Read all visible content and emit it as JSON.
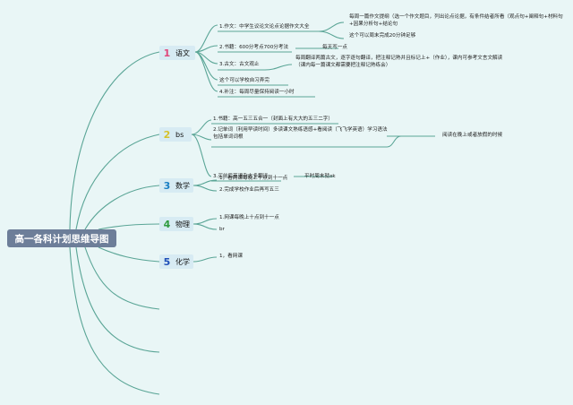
{
  "root": {
    "title": "高一各科计划思维导图"
  },
  "colors": {
    "line": "#5aa596",
    "node_bg": "#d7ebf3"
  },
  "subjects": [
    {
      "num": "1",
      "label": "语文",
      "num_color": "#e0467a",
      "items": [
        {
          "text": "1.作文：中学生议论文论点论据作文大全",
          "children": [
            "每周一篇作文提纲（选一个作文题目，列出论点论据，有条件结者所看（观点句+阐释句+材料句+因果分析句+结论句",
            "这个可以周末完成20分钟足够"
          ]
        },
        {
          "text": "2.书籍：600分考点700分考法",
          "children": [
            "每天写一点"
          ]
        },
        {
          "text": "3.古文：古文观止",
          "children": [
            "每周翻译两篇古文，逐字逐句翻译，把注释记熟并且标记上+（作业），课内可参考文言文解读（课内每一篇课文都需要把注释记熟练会）"
          ]
        },
        {
          "text": "这个可以学校自习弄完",
          "children": []
        },
        {
          "text": "4.补注：每周尽量保持阅读一小时",
          "children": []
        }
      ]
    },
    {
      "num": "2",
      "label": "bs",
      "num_color": "#d6c22b",
      "items": [
        {
          "text": "1.书籍：高一五三五合一（封面上有大大的五三二字）",
          "children": []
        },
        {
          "text": "2.记单词（利用早读时间）多读课文熟练语感+看阅读（飞飞学英语）学习语法包括单词词根",
          "children": [
            "阅读在晚上或者放假的时候"
          ]
        },
        {
          "text": "3.买前后英语杂志多翻译",
          "children": [
            "平时周末就ok"
          ]
        }
      ]
    },
    {
      "num": "3",
      "label": "数学",
      "num_color": "#1a7fc4",
      "items": [
        {
          "text": "1，看网课每晚上十点到十一点",
          "children": []
        },
        {
          "text": "2.完成学校作业后再写五三",
          "children": []
        }
      ]
    },
    {
      "num": "4",
      "label": "物理",
      "num_color": "#2e9a3e",
      "items": [
        {
          "text": "1.网课每晚上十点到十一点",
          "children": []
        },
        {
          "text": "br",
          "children": []
        }
      ]
    },
    {
      "num": "5",
      "label": "化学",
      "num_color": "#1f4fb8",
      "items": [
        {
          "text": "1，看网课",
          "children": []
        }
      ]
    }
  ]
}
